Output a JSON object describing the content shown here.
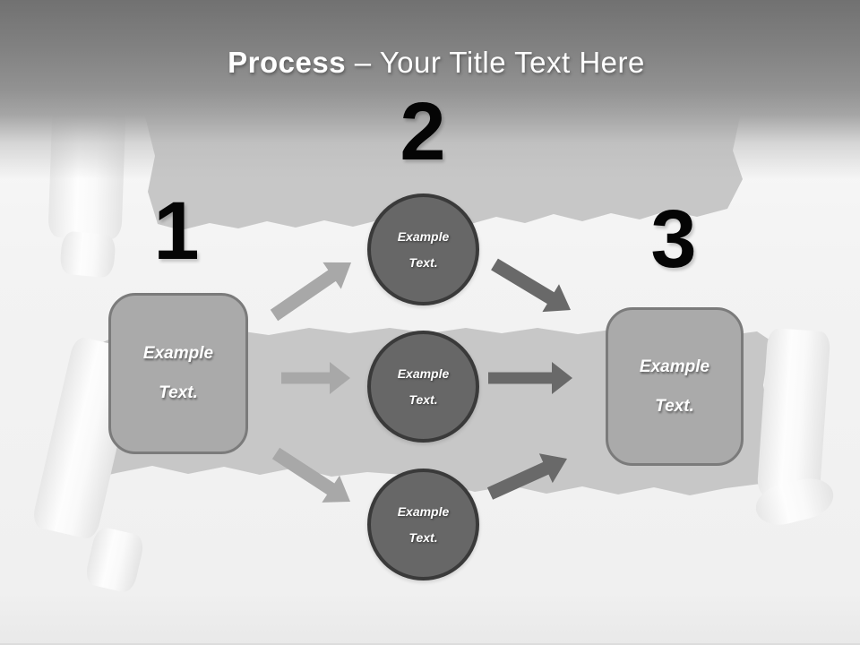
{
  "title": {
    "bold": "Process",
    "rest": " – Your Title Text Here"
  },
  "steps": [
    {
      "number": "1",
      "label": "Example Text."
    },
    {
      "number": "2"
    },
    {
      "number": "3",
      "label": "Example Text."
    }
  ],
  "circles": [
    {
      "label": "Example Text."
    },
    {
      "label": "Example Text."
    },
    {
      "label": "Example Text."
    }
  ],
  "colors": {
    "header_top": "#717171",
    "title_color": "#ffffff",
    "number_color": "#050505",
    "band_gray": "#c7c7c7",
    "box_fill": "#aaaaaa",
    "box_border": "#7b7b7b",
    "circle_fill": "#676767",
    "circle_border": "#3a3a3a",
    "arrow_light": "#a8a8a8",
    "arrow_dark": "#696969"
  }
}
